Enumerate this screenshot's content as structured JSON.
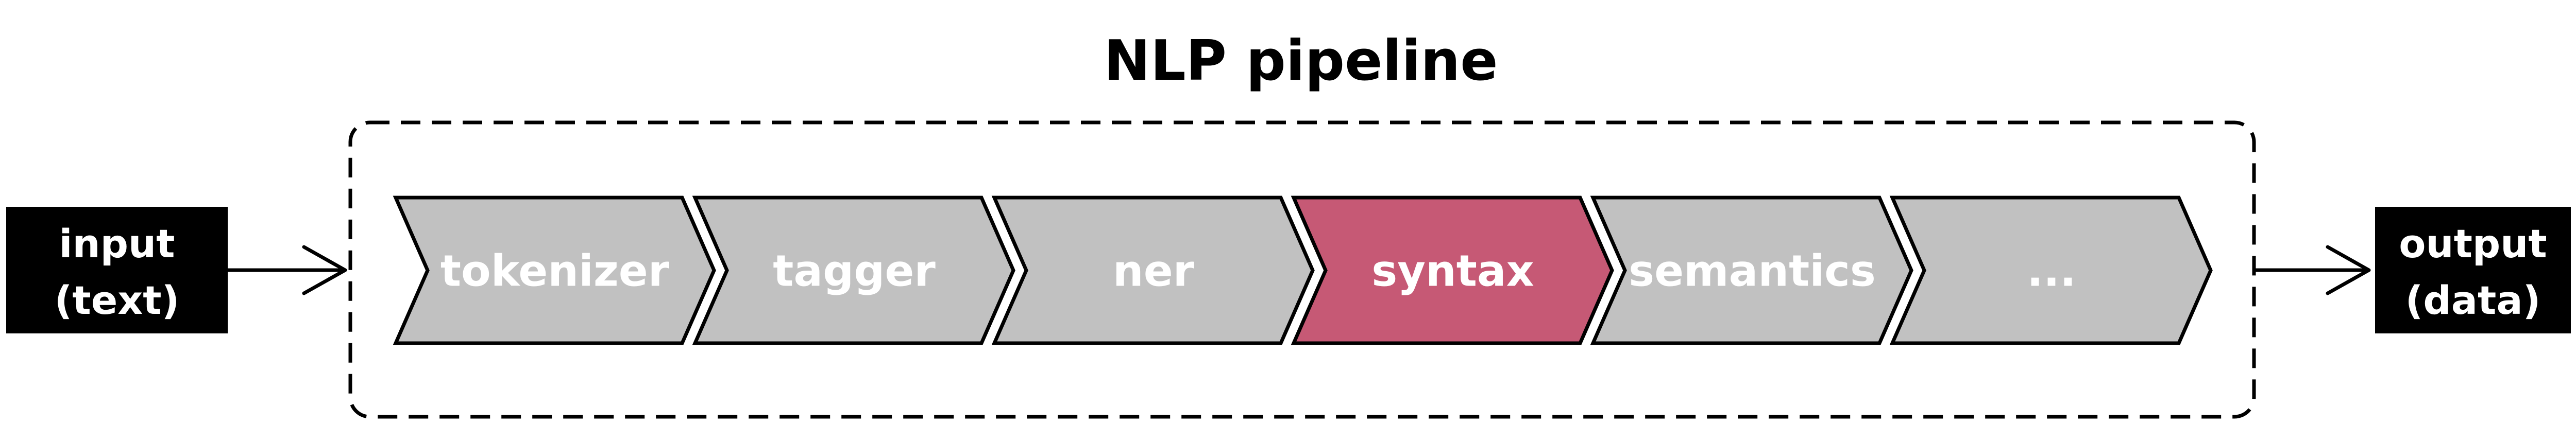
{
  "title": "NLP pipeline",
  "input": {
    "line1": "input",
    "line2": "(text)"
  },
  "output": {
    "line1": "output",
    "line2": "(data)"
  },
  "stages": [
    {
      "label": "tokenizer",
      "highlighted": false
    },
    {
      "label": "tagger",
      "highlighted": false
    },
    {
      "label": "ner",
      "highlighted": false
    },
    {
      "label": "syntax",
      "highlighted": true
    },
    {
      "label": "semantics",
      "highlighted": false
    },
    {
      "label": "...",
      "highlighted": false
    }
  ],
  "colors": {
    "stage_fill": "#c1c1c1",
    "highlight_fill": "#c65975",
    "io_box": "#000000",
    "stage_text": "#ffffff",
    "outline": "#000000"
  }
}
